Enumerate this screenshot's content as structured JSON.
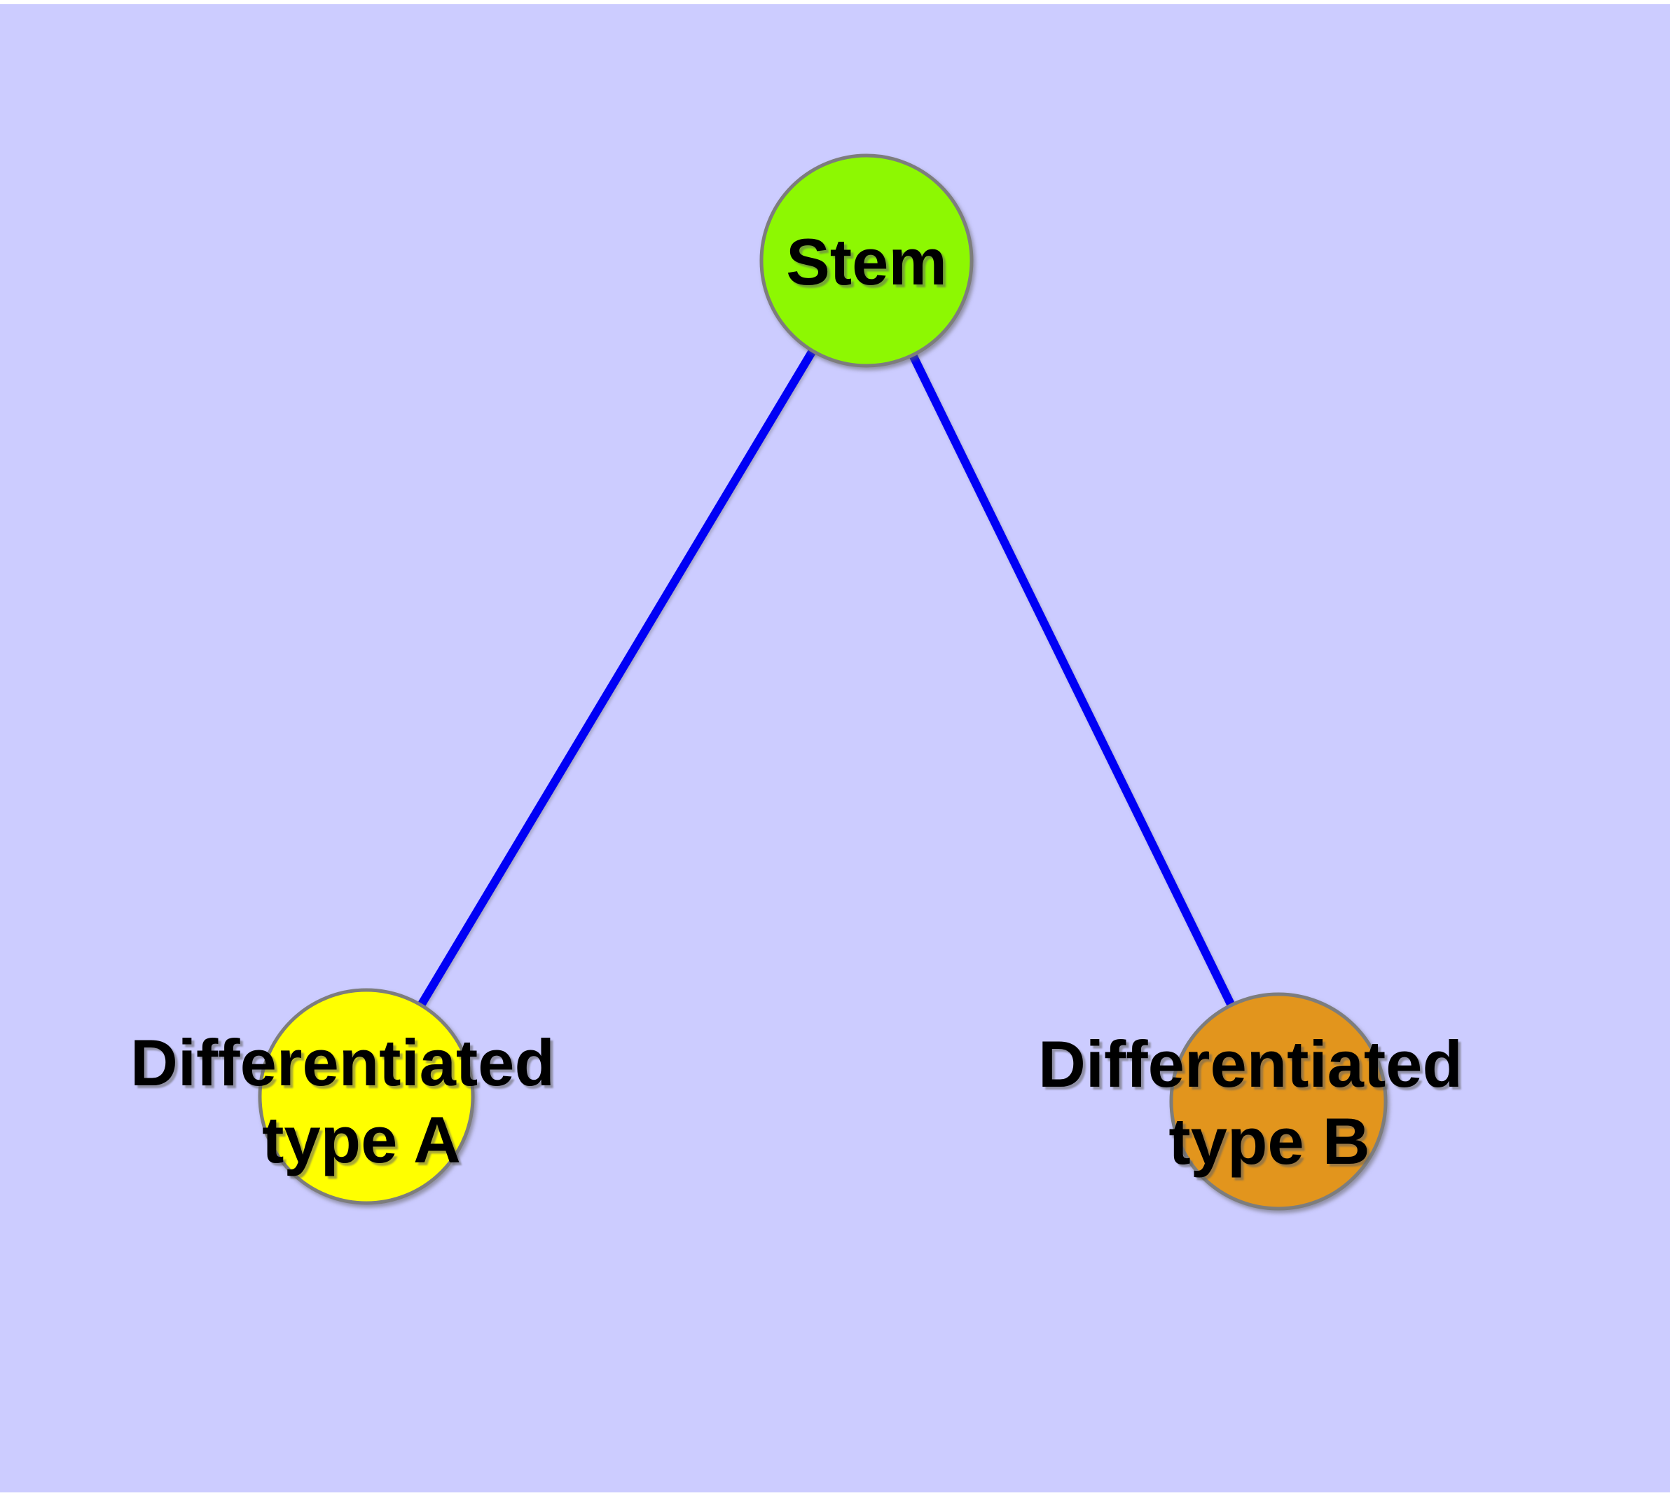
{
  "canvas": {
    "background_color": "#CCCCFF",
    "margin_color": "#FFFFFF"
  },
  "style": {
    "edge_color": "#0000F5",
    "node_border_color": "#7d7d7d",
    "label_color": "#000000"
  },
  "graph": {
    "nodes": [
      {
        "id": "stem",
        "label": "Stem",
        "label_lines": [
          "Stem"
        ],
        "fill": "#8DF802"
      },
      {
        "id": "differentiated-type-a",
        "label": "Differentiated type A",
        "label_lines": [
          "Differentiated",
          "type A"
        ],
        "fill": "#FFFF00"
      },
      {
        "id": "differentiated-type-b",
        "label": "Differentiated type B",
        "label_lines": [
          "Differentiated",
          "type B"
        ],
        "fill": "#E2951D"
      }
    ],
    "edges": [
      {
        "from": "Stem",
        "to": "Differentiated type A"
      },
      {
        "from": "Stem",
        "to": "Differentiated type B"
      }
    ]
  }
}
